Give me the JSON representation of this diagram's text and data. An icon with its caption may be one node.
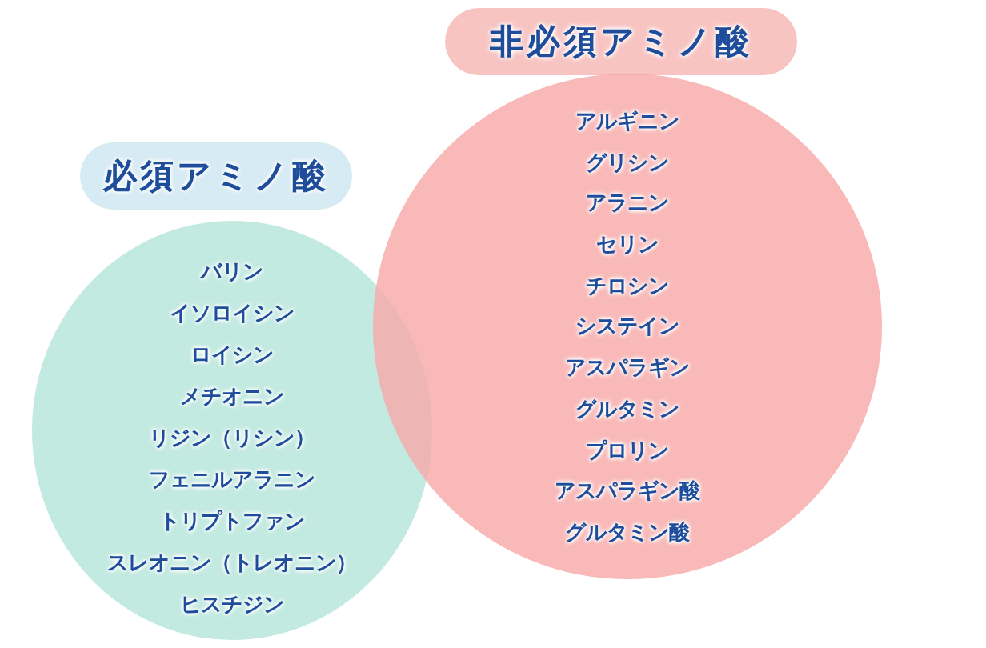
{
  "diagram": {
    "nodes": [
      {
        "text": [
          "必須アミノ酸"
        ]
      },
      {
        "text": [
          "バリン",
          "イソロイシン",
          "ロイシン",
          "メチオニン",
          "リジン（リシン）",
          "フェニルアラニン",
          "トリプトファン",
          "スレオニン（トレオニン）",
          "ヒスチジン"
        ]
      },
      {
        "text": [
          "非必須アミノ酸"
        ]
      },
      {
        "text": [
          "アルギニン",
          "グリシン",
          "アラニン",
          "セリン",
          "チロシン",
          "システイン",
          "アスパラギン",
          "グルタミン",
          "プロリン",
          "アスパラギン酸",
          "グルタミン酸"
        ]
      }
    ]
  }
}
